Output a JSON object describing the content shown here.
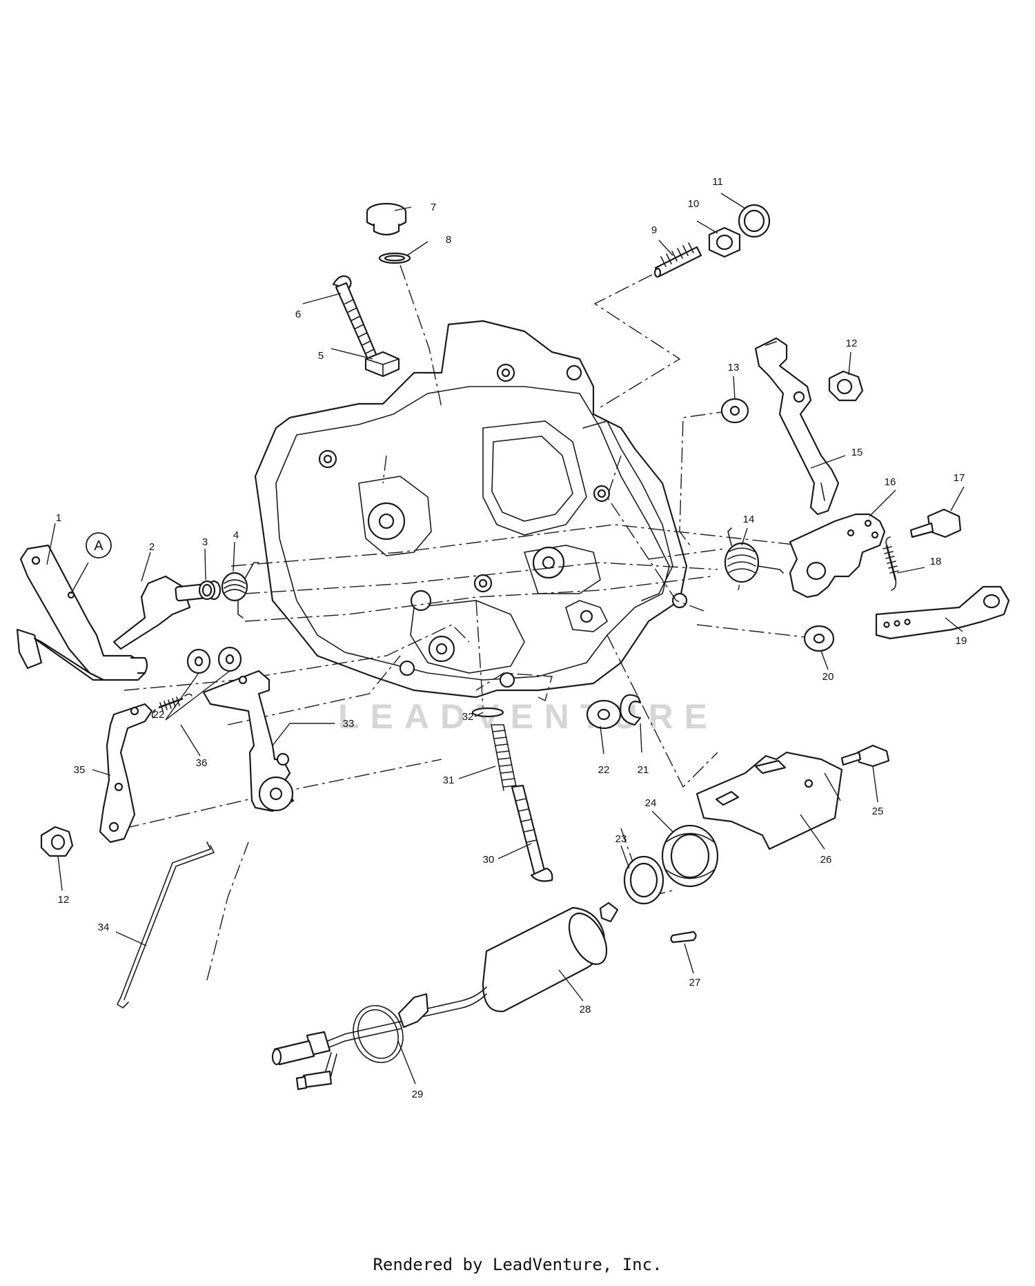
{
  "diagram": {
    "callout_A": "A",
    "watermark": "LEADVENTURE",
    "callouts": [
      "1",
      "2",
      "3",
      "4",
      "5",
      "6",
      "7",
      "8",
      "9",
      "10",
      "11",
      "12",
      "13",
      "14",
      "15",
      "16",
      "17",
      "18",
      "19",
      "20",
      "21",
      "22",
      "23",
      "24",
      "25",
      "26",
      "27",
      "28",
      "29",
      "30",
      "31",
      "32",
      "33",
      "34",
      "35",
      "36"
    ],
    "repeated_callouts": {
      "12b": "12",
      "22b": "22"
    }
  },
  "footer": {
    "text": "Rendered by LeadVenture, Inc."
  }
}
